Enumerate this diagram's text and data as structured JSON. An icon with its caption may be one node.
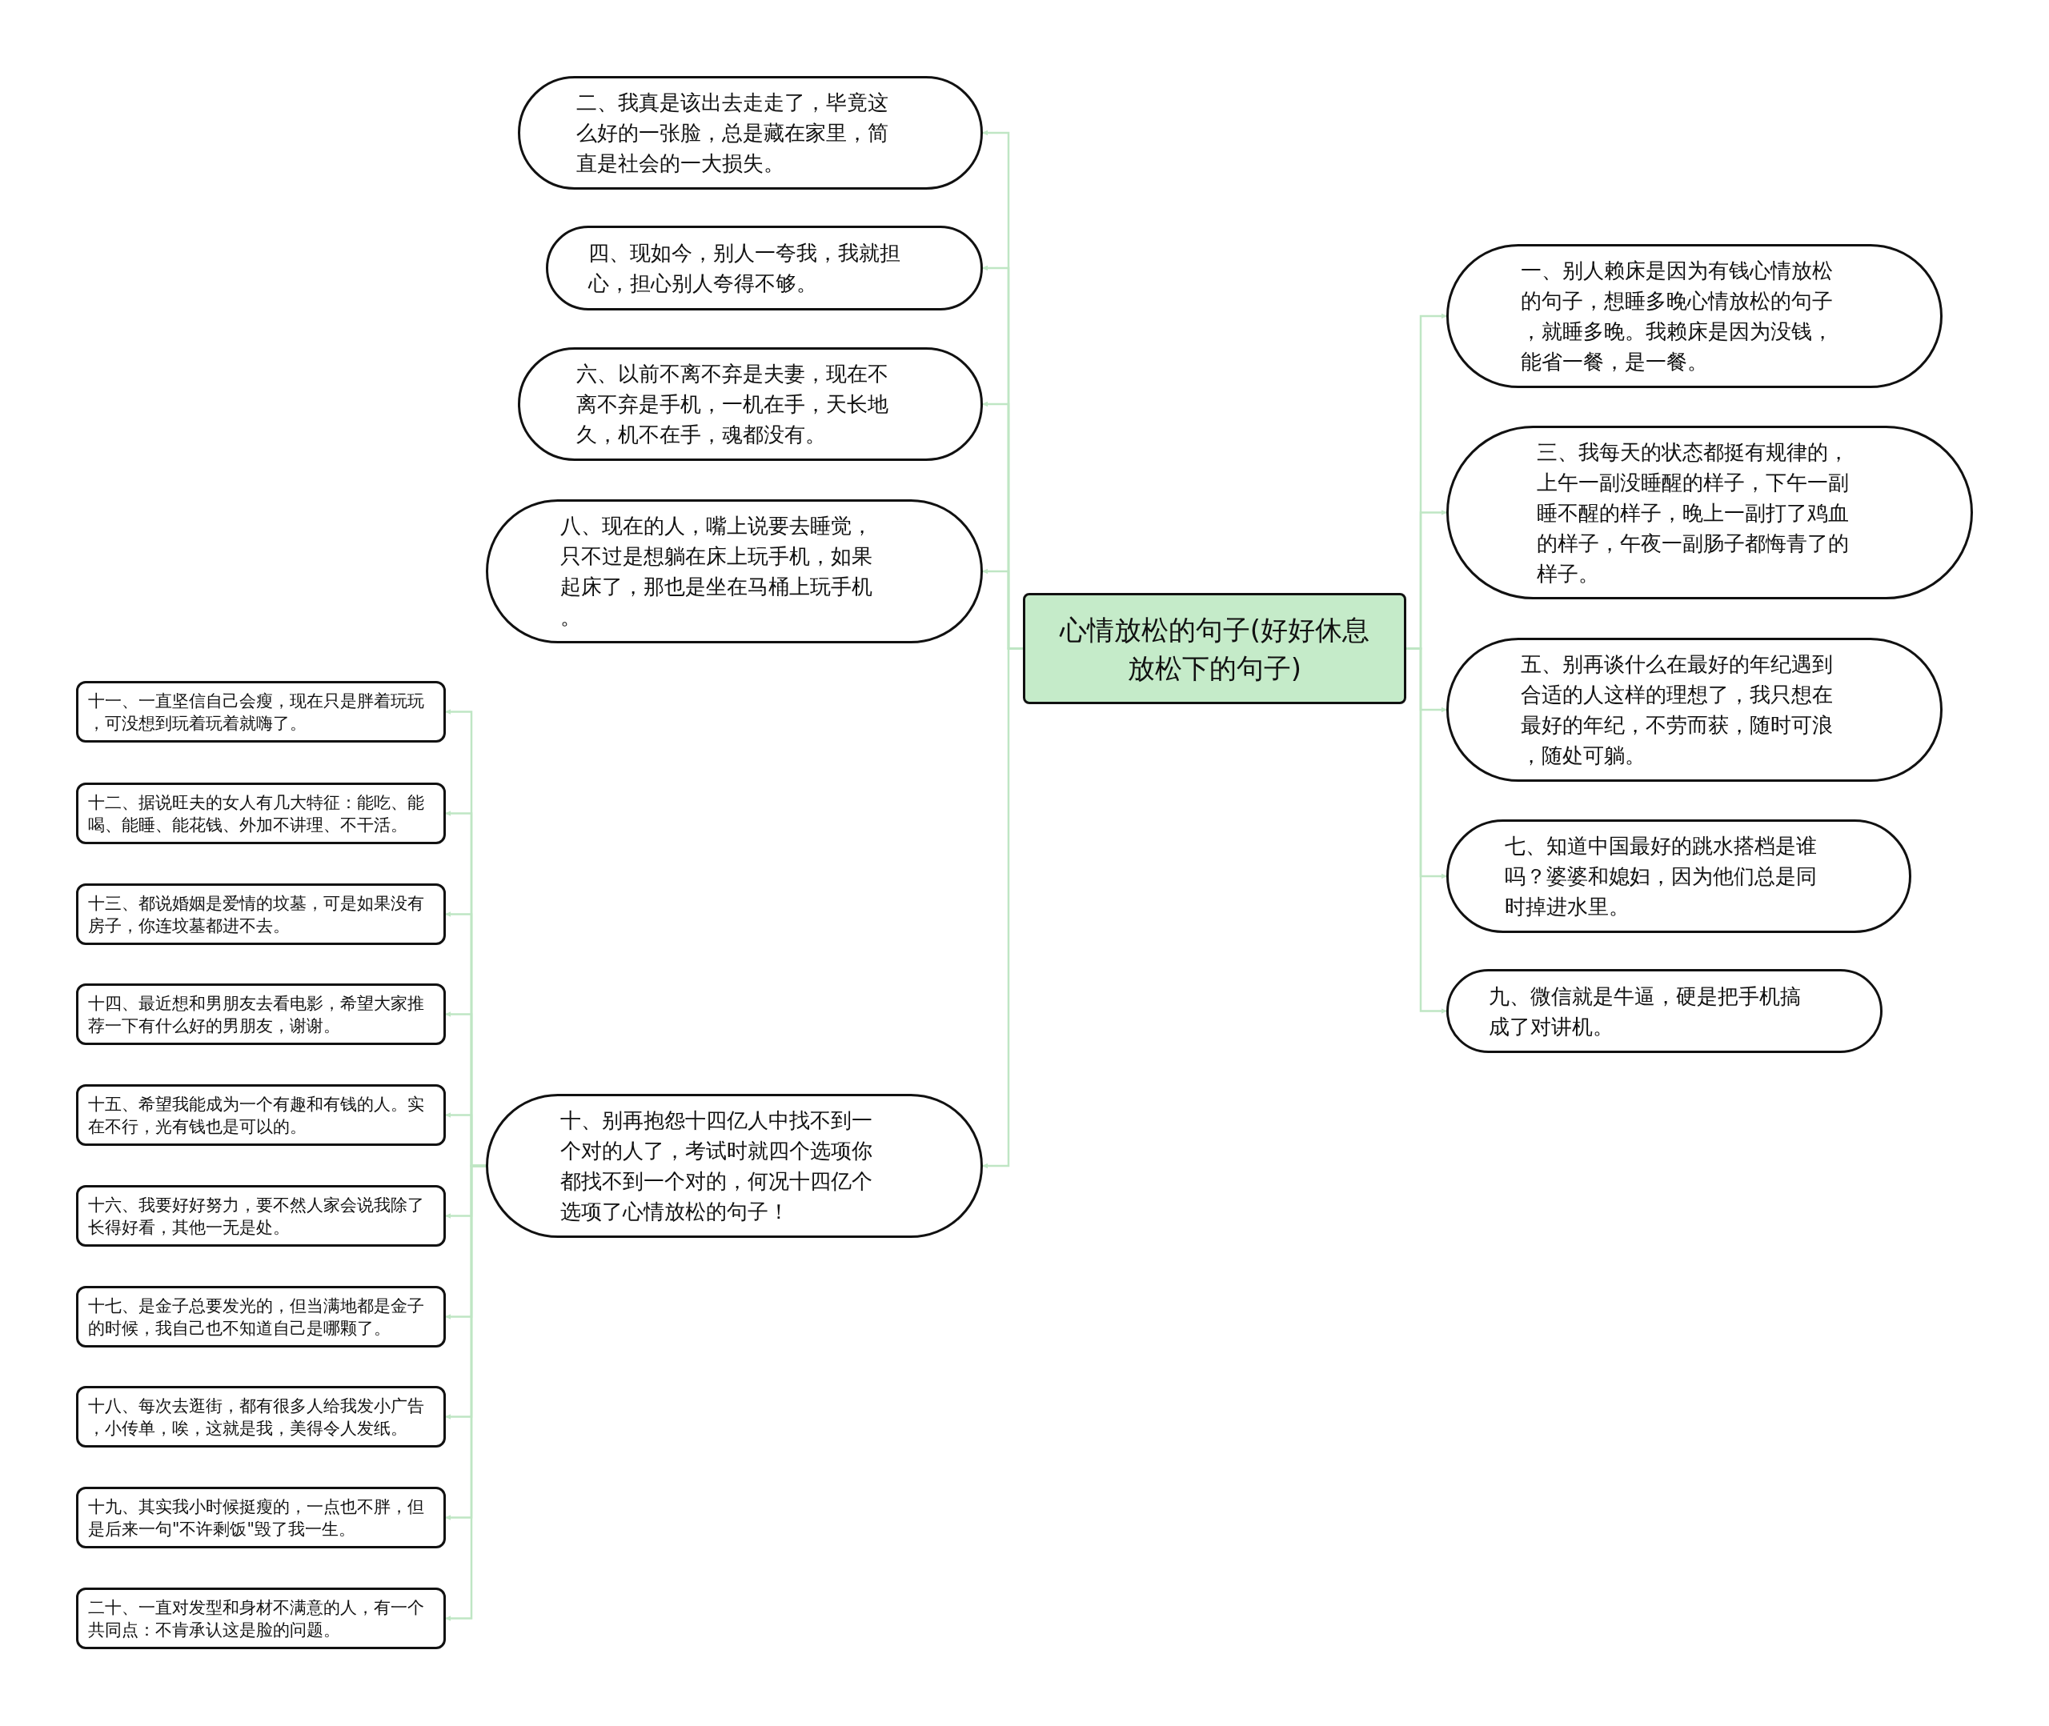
{
  "diagram": {
    "nodes": [
      {
        "text": [
          "心情放松的句子(好好休息放松下的句子)"
        ]
      },
      {
        "text": [
          "一、别人赖床是因为有钱心情放松的句子，想睡多晚心情放松的句子，就睡多晚。我赖床是因为没钱，能省一餐，是一餐。"
        ]
      },
      {
        "text": [
          "二、我真是该出去走走了，毕竟这么好的一张脸，总是藏在家里，简直是社会的一大损失。"
        ]
      },
      {
        "text": [
          "三、我每天的状态都挺有规律的，上午一副没睡醒的样子，下午一副睡不醒的样子，晚上一副打了鸡血的样子，午夜一副肠子都悔青了的样子。"
        ]
      },
      {
        "text": [
          "四、现如今，别人一夸我，我就担心，担心别人夸得不够。"
        ]
      },
      {
        "text": [
          "五、别再谈什么在最好的年纪遇到合适的人这样的理想了，我只想在最好的年纪，不劳而获，随时可浪，随处可躺。"
        ]
      },
      {
        "text": [
          "六、以前不离不弃是夫妻，现在不离不弃是手机，一机在手，天长地久，机不在手，魂都没有。"
        ]
      },
      {
        "text": [
          "七、知道中国最好的跳水搭档是谁吗？婆婆和媳妇，因为他们总是同时掉进水里。"
        ]
      },
      {
        "text": [
          "八、现在的人，嘴上说要去睡觉，只不过是想躺在床上玩手机，如果起床了，那也是坐在马桶上玩手机。"
        ]
      },
      {
        "text": [
          "九、微信就是牛逼，硬是把手机搞成了对讲机。"
        ]
      },
      {
        "text": [
          "十、别再抱怨十四亿人中找不到一个对的人了，考试时就四个选项你都找不到一个对的，何况十四亿个选项了心情放松的句子！"
        ]
      },
      {
        "text": [
          "十一、一直坚信自己会瘦，现在只是胖着玩玩，可没想到玩着玩着就嗨了。"
        ]
      },
      {
        "text": [
          "十二、据说旺夫的女人有几大特征：能吃、能喝、能睡、能花钱、外加不讲理、不干活。"
        ]
      },
      {
        "text": [
          "十三、都说婚姻是爱情的坟墓，可是如果没有房子，你连坟墓都进不去。"
        ]
      },
      {
        "text": [
          "十四、最近想和男朋友去看电影，希望大家推荐一下有什么好的男朋友，谢谢。"
        ]
      },
      {
        "text": [
          "十五、希望我能成为一个有趣和有钱的人。实在不行，光有钱也是可以的。"
        ]
      },
      {
        "text": [
          "十六、我要好好努力，要不然人家会说我除了长得好看，其他一无是处。"
        ]
      },
      {
        "text": [
          "十七、是金子总要发光的，但当满地都是金子的时候，我自己也不知道自己是哪颗了。"
        ]
      },
      {
        "text": [
          "十八、每次去逛街，都有很多人给我发小广告，小传单，唉，这就是我，美得令人发纸。"
        ]
      },
      {
        "text": [
          "十九、其实我小时候挺瘦的，一点也不胖，但是后来一句\"不许剩饭\"毁了我一生。"
        ]
      },
      {
        "text": [
          "二十、一直对发型和身材不满意的人，有一个共同点：不肯承认这是脸的问题。"
        ]
      }
    ],
    "edges": [
      {
        "from": 0,
        "to": 1,
        "arrow": "to"
      },
      {
        "from": 0,
        "to": 2,
        "arrow": "to"
      },
      {
        "from": 0,
        "to": 3,
        "arrow": "to"
      },
      {
        "from": 0,
        "to": 4,
        "arrow": "to"
      },
      {
        "from": 0,
        "to": 5,
        "arrow": "to"
      },
      {
        "from": 0,
        "to": 6,
        "arrow": "to"
      },
      {
        "from": 0,
        "to": 7,
        "arrow": "to"
      },
      {
        "from": 0,
        "to": 8,
        "arrow": "to"
      },
      {
        "from": 0,
        "to": 9,
        "arrow": "to"
      },
      {
        "from": 0,
        "to": 10,
        "arrow": "to"
      },
      {
        "from": 10,
        "to": 11,
        "arrow": "to"
      },
      {
        "from": 10,
        "to": 12,
        "arrow": "to"
      },
      {
        "from": 10,
        "to": 13,
        "arrow": "to"
      },
      {
        "from": 10,
        "to": 14,
        "arrow": "to"
      },
      {
        "from": 10,
        "to": 15,
        "arrow": "to"
      },
      {
        "from": 10,
        "to": 16,
        "arrow": "to"
      },
      {
        "from": 10,
        "to": 17,
        "arrow": "to"
      },
      {
        "from": 10,
        "to": 18,
        "arrow": "to"
      },
      {
        "from": 10,
        "to": 19,
        "arrow": "to"
      },
      {
        "from": 10,
        "to": 20,
        "arrow": "to"
      }
    ]
  }
}
